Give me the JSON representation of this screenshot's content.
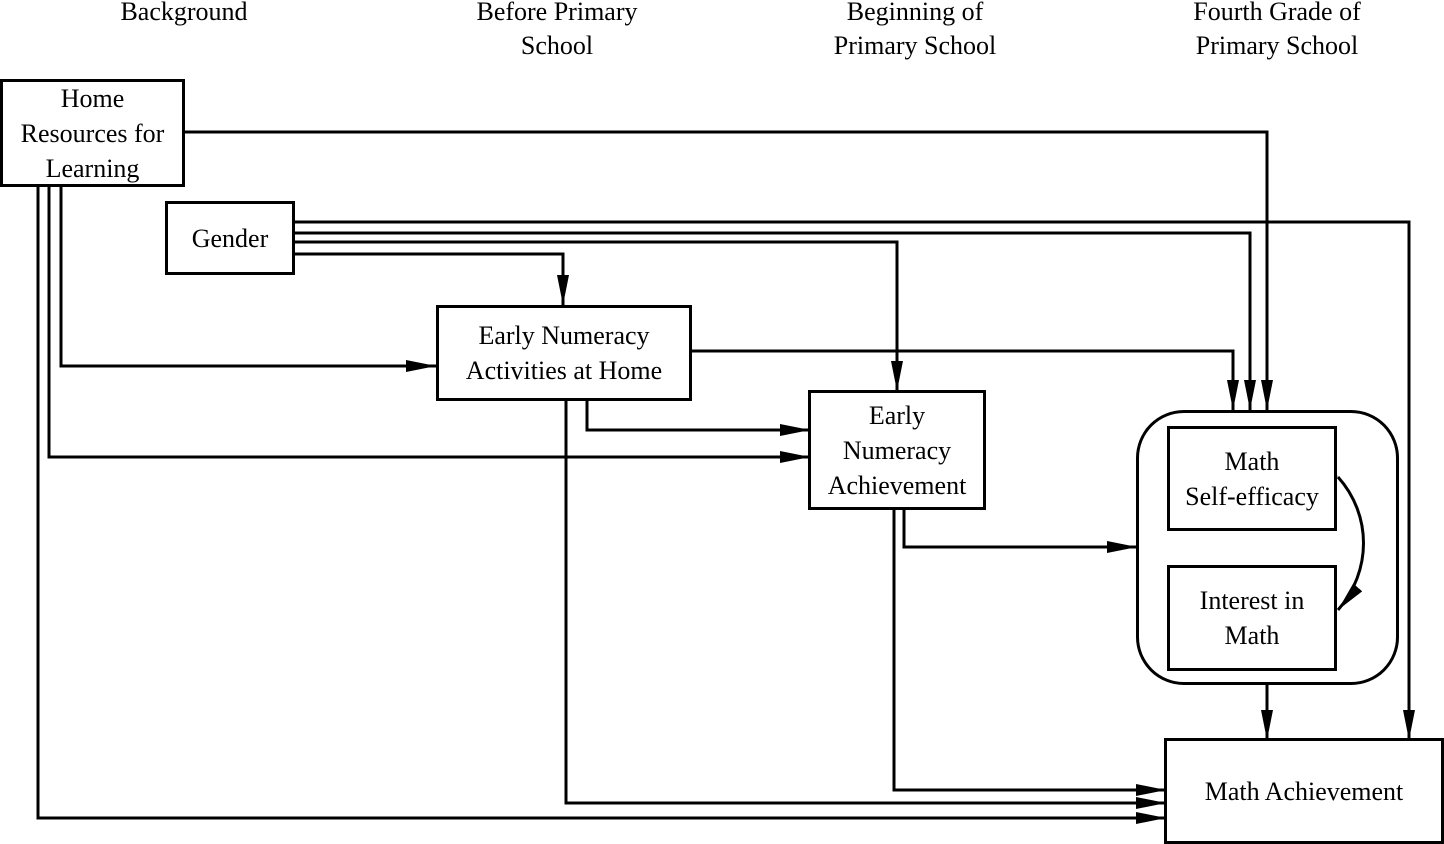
{
  "stages": [
    {
      "line1": "Background",
      "line2": ""
    },
    {
      "line1": "Before Primary",
      "line2": "School"
    },
    {
      "line1": "Beginning of",
      "line2": "Primary School"
    },
    {
      "line1": "Fourth Grade of",
      "line2": "Primary School"
    }
  ],
  "nodes": {
    "home_resources": {
      "line1": "Home",
      "line2": "Resources for",
      "line3": "Learning"
    },
    "gender": {
      "line1": "Gender"
    },
    "early_numeracy_activities": {
      "line1": "Early Numeracy",
      "line2": "Activities at Home"
    },
    "early_numeracy_achievement": {
      "line1": "Early",
      "line2": "Numeracy",
      "line3": "Achievement"
    },
    "math_self_efficacy": {
      "line1": "Math",
      "line2": "Self-efficacy"
    },
    "interest_in_math": {
      "line1": "Interest in",
      "line2": "Math"
    },
    "math_achievement": {
      "line1": "Math Achievement"
    }
  },
  "edges": [
    {
      "from": "home_resources",
      "to": "math_self_efficacy"
    },
    {
      "from": "home_resources",
      "to": "early_numeracy_activities"
    },
    {
      "from": "home_resources",
      "to": "early_numeracy_achievement"
    },
    {
      "from": "home_resources",
      "to": "math_achievement"
    },
    {
      "from": "gender",
      "to": "math_achievement"
    },
    {
      "from": "gender",
      "to": "math_self_efficacy"
    },
    {
      "from": "gender",
      "to": "early_numeracy_achievement"
    },
    {
      "from": "gender",
      "to": "early_numeracy_activities"
    },
    {
      "from": "early_numeracy_activities",
      "to": "math_self_efficacy"
    },
    {
      "from": "early_numeracy_activities",
      "to": "early_numeracy_achievement"
    },
    {
      "from": "early_numeracy_activities",
      "to": "math_achievement"
    },
    {
      "from": "early_numeracy_achievement",
      "to": "math_self_efficacy_and_interest_group"
    },
    {
      "from": "early_numeracy_achievement",
      "to": "math_achievement"
    },
    {
      "from": "math_self_efficacy_and_interest_group",
      "to": "math_achievement"
    },
    {
      "from": "math_self_efficacy",
      "to": "interest_in_math",
      "type": "correlation"
    }
  ]
}
